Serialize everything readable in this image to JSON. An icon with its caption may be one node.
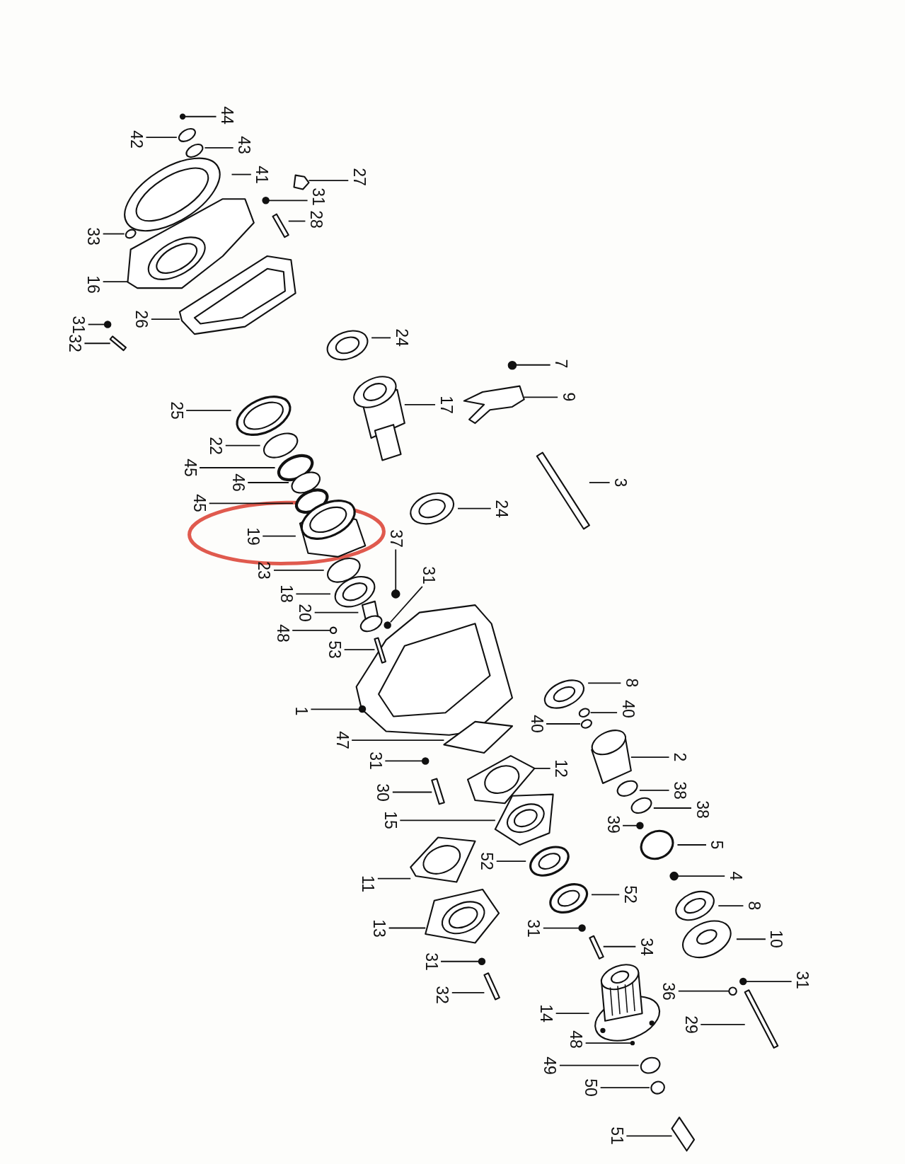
{
  "diagram": {
    "nodes": [
      {
        "text": [
          "44"
        ]
      },
      {
        "text": [
          "42"
        ]
      },
      {
        "text": [
          "43"
        ]
      },
      {
        "text": [
          "41"
        ]
      },
      {
        "text": [
          "27"
        ]
      },
      {
        "text": [
          "31"
        ]
      },
      {
        "text": [
          "28"
        ]
      },
      {
        "text": [
          "33"
        ]
      },
      {
        "text": [
          "16"
        ]
      },
      {
        "text": [
          "26"
        ]
      },
      {
        "text": [
          "31"
        ]
      },
      {
        "text": [
          "32"
        ]
      },
      {
        "text": [
          "24"
        ]
      },
      {
        "text": [
          "7"
        ]
      },
      {
        "text": [
          "9"
        ]
      },
      {
        "text": [
          "17"
        ]
      },
      {
        "text": [
          "25"
        ]
      },
      {
        "text": [
          "22"
        ]
      },
      {
        "text": [
          "45"
        ]
      },
      {
        "text": [
          "46"
        ]
      },
      {
        "text": [
          "45"
        ]
      },
      {
        "text": [
          "19"
        ]
      },
      {
        "text": [
          "24"
        ]
      },
      {
        "text": [
          "3"
        ]
      },
      {
        "text": [
          "37"
        ]
      },
      {
        "text": [
          "23"
        ]
      },
      {
        "text": [
          "18"
        ]
      },
      {
        "text": [
          "31"
        ]
      },
      {
        "text": [
          "20"
        ]
      },
      {
        "text": [
          "48"
        ]
      },
      {
        "text": [
          "53"
        ]
      },
      {
        "text": [
          "1"
        ]
      },
      {
        "text": [
          "8"
        ]
      },
      {
        "text": [
          "40"
        ]
      },
      {
        "text": [
          "40"
        ]
      },
      {
        "text": [
          "47"
        ]
      },
      {
        "text": [
          "2"
        ]
      },
      {
        "text": [
          "31"
        ]
      },
      {
        "text": [
          "12"
        ]
      },
      {
        "text": [
          "38"
        ]
      },
      {
        "text": [
          "38"
        ]
      },
      {
        "text": [
          "30"
        ]
      },
      {
        "text": [
          "15"
        ]
      },
      {
        "text": [
          "39"
        ]
      },
      {
        "text": [
          "5"
        ]
      },
      {
        "text": [
          "52"
        ]
      },
      {
        "text": [
          "4"
        ]
      },
      {
        "text": [
          "11"
        ]
      },
      {
        "text": [
          "52"
        ]
      },
      {
        "text": [
          "8"
        ]
      },
      {
        "text": [
          "13"
        ]
      },
      {
        "text": [
          "31"
        ]
      },
      {
        "text": [
          "10"
        ]
      },
      {
        "text": [
          "34"
        ]
      },
      {
        "text": [
          "31"
        ]
      },
      {
        "text": [
          "31"
        ]
      },
      {
        "text": [
          "32"
        ]
      },
      {
        "text": [
          "36"
        ]
      },
      {
        "text": [
          "29"
        ]
      },
      {
        "text": [
          "14"
        ]
      },
      {
        "text": [
          "48"
        ]
      },
      {
        "text": [
          "49"
        ]
      },
      {
        "text": [
          "50"
        ]
      },
      {
        "text": [
          "51"
        ]
      },
      {
        "text": [],
        "shape": "circle"
      },
      {
        "text": [],
        "shape": "circle"
      },
      {
        "text": [],
        "shape": "circle"
      },
      {
        "text": [],
        "shape": "picture"
      },
      {
        "text": [],
        "shape": "picture"
      },
      {
        "text": [],
        "shape": "circle"
      },
      {
        "text": [],
        "shape": "picture"
      },
      {
        "text": [],
        "shape": "circle"
      },
      {
        "text": [],
        "shape": "picture"
      },
      {
        "text": [],
        "shape": "picture"
      },
      {
        "text": [],
        "shape": "circle"
      },
      {
        "text": [],
        "shape": "picture"
      },
      {
        "text": [],
        "shape": "picture"
      },
      {
        "text": [],
        "shape": "circle"
      },
      {
        "text": [],
        "shape": "picture"
      },
      {
        "text": [],
        "shape": "picture"
      },
      {
        "text": [],
        "shape": "picture"
      },
      {
        "text": [],
        "shape": "circle"
      },
      {
        "text": [],
        "shape": "circle"
      },
      {
        "text": [],
        "shape": "circle"
      },
      {
        "text": [],
        "shape": "circle"
      },
      {
        "text": [],
        "shape": "picture"
      },
      {
        "text": [],
        "shape": "picture"
      },
      {
        "text": [],
        "shape": "picture"
      },
      {
        "text": [],
        "shape": "circle"
      },
      {
        "text": [],
        "shape": "circle"
      },
      {
        "text": [],
        "shape": "picture"
      },
      {
        "text": [],
        "shape": "circle"
      },
      {
        "text": [],
        "shape": "picture"
      },
      {
        "text": [],
        "shape": "circle"
      },
      {
        "text": [],
        "shape": "picture"
      },
      {
        "text": [],
        "shape": "circle"
      },
      {
        "text": [],
        "shape": "picture"
      },
      {
        "text": [],
        "shape": "circle"
      },
      {
        "text": [],
        "shape": "circle"
      },
      {
        "text": [],
        "shape": "picture"
      },
      {
        "text": [],
        "shape": "picture"
      },
      {
        "text": [],
        "shape": "circle"
      },
      {
        "text": [],
        "shape": "picture"
      },
      {
        "text": [],
        "shape": "circle"
      },
      {
        "text": [],
        "shape": "circle"
      },
      {
        "text": [],
        "shape": "picture"
      },
      {
        "text": [],
        "shape": "picture"
      },
      {
        "text": [],
        "shape": "circle"
      },
      {
        "text": [],
        "shape": "circle"
      },
      {
        "text": [],
        "shape": "picture"
      },
      {
        "text": [],
        "shape": "circle"
      },
      {
        "text": [],
        "shape": "picture"
      },
      {
        "text": [],
        "shape": "picture"
      },
      {
        "text": [],
        "shape": "picture"
      },
      {
        "text": [],
        "shape": "picture"
      },
      {
        "text": [],
        "shape": "circle"
      },
      {
        "text": [],
        "shape": "picture"
      },
      {
        "text": [],
        "shape": "picture"
      },
      {
        "text": [],
        "shape": "circle"
      },
      {
        "text": [],
        "shape": "circle"
      },
      {
        "text": [],
        "shape": "picture"
      },
      {
        "text": [],
        "shape": "circle"
      },
      {
        "text": [],
        "shape": "picture"
      },
      {
        "text": [],
        "shape": "picture"
      },
      {
        "text": [],
        "shape": "circle"
      },
      {
        "text": [],
        "shape": "circle"
      },
      {
        "text": [],
        "shape": "circle"
      },
      {
        "text": [],
        "shape": "picture"
      }
    ],
    "edges": [
      {
        "from": 0,
        "to": 64,
        "arrow": "none"
      },
      {
        "from": 1,
        "to": 65,
        "arrow": "none"
      },
      {
        "from": 2,
        "to": 66,
        "arrow": "none"
      },
      {
        "from": 3,
        "to": 67,
        "arrow": "none"
      },
      {
        "from": 4,
        "to": 68,
        "arrow": "none"
      },
      {
        "from": 5,
        "to": 69,
        "arrow": "none"
      },
      {
        "from": 6,
        "to": 70,
        "arrow": "none"
      },
      {
        "from": 7,
        "to": 71,
        "arrow": "none"
      },
      {
        "from": 8,
        "to": 72,
        "arrow": "none"
      },
      {
        "from": 9,
        "to": 73,
        "arrow": "none"
      },
      {
        "from": 10,
        "to": 74,
        "arrow": "none"
      },
      {
        "from": 11,
        "to": 75,
        "arrow": "none"
      },
      {
        "from": 12,
        "to": 76,
        "arrow": "none"
      },
      {
        "from": 13,
        "to": 77,
        "arrow": "none"
      },
      {
        "from": 14,
        "to": 78,
        "arrow": "none"
      },
      {
        "from": 15,
        "to": 79,
        "arrow": "none"
      },
      {
        "from": 16,
        "to": 80,
        "arrow": "none"
      },
      {
        "from": 17,
        "to": 81,
        "arrow": "none"
      },
      {
        "from": 18,
        "to": 82,
        "arrow": "none"
      },
      {
        "from": 19,
        "to": 83,
        "arrow": "none"
      },
      {
        "from": 20,
        "to": 84,
        "arrow": "none"
      },
      {
        "from": 21,
        "to": 85,
        "arrow": "none"
      },
      {
        "from": 22,
        "to": 86,
        "arrow": "none"
      },
      {
        "from": 23,
        "to": 87,
        "arrow": "none"
      },
      {
        "from": 24,
        "to": 88,
        "arrow": "none"
      },
      {
        "from": 25,
        "to": 89,
        "arrow": "none"
      },
      {
        "from": 26,
        "to": 90,
        "arrow": "none"
      },
      {
        "from": 27,
        "to": 91,
        "arrow": "none"
      },
      {
        "from": 28,
        "to": 92,
        "arrow": "none"
      },
      {
        "from": 29,
        "to": 93,
        "arrow": "none"
      },
      {
        "from": 30,
        "to": 94,
        "arrow": "none"
      },
      {
        "from": 31,
        "to": 95,
        "arrow": "none"
      },
      {
        "from": 32,
        "to": 96,
        "arrow": "none"
      },
      {
        "from": 33,
        "to": 97,
        "arrow": "none"
      },
      {
        "from": 34,
        "to": 98,
        "arrow": "none"
      },
      {
        "from": 35,
        "to": 99,
        "arrow": "none"
      },
      {
        "from": 36,
        "to": 100,
        "arrow": "none"
      },
      {
        "from": 37,
        "to": 101,
        "arrow": "none"
      },
      {
        "from": 38,
        "to": 102,
        "arrow": "none"
      },
      {
        "from": 39,
        "to": 103,
        "arrow": "none"
      },
      {
        "from": 40,
        "to": 104,
        "arrow": "none"
      },
      {
        "from": 41,
        "to": 105,
        "arrow": "none"
      },
      {
        "from": 42,
        "to": 106,
        "arrow": "none"
      },
      {
        "from": 43,
        "to": 107,
        "arrow": "none"
      },
      {
        "from": 44,
        "to": 108,
        "arrow": "none"
      },
      {
        "from": 45,
        "to": 109,
        "arrow": "none"
      },
      {
        "from": 46,
        "to": 110,
        "arrow": "none"
      },
      {
        "from": 47,
        "to": 111,
        "arrow": "none"
      },
      {
        "from": 48,
        "to": 112,
        "arrow": "none"
      },
      {
        "from": 49,
        "to": 113,
        "arrow": "none"
      },
      {
        "from": 50,
        "to": 114,
        "arrow": "none"
      },
      {
        "from": 51,
        "to": 115,
        "arrow": "none"
      },
      {
        "from": 52,
        "to": 116,
        "arrow": "none"
      },
      {
        "from": 53,
        "to": 117,
        "arrow": "none"
      },
      {
        "from": 54,
        "to": 118,
        "arrow": "none"
      },
      {
        "from": 55,
        "to": 119,
        "arrow": "none"
      },
      {
        "from": 56,
        "to": 120,
        "arrow": "none"
      },
      {
        "from": 57,
        "to": 121,
        "arrow": "none"
      },
      {
        "from": 58,
        "to": 122,
        "arrow": "none"
      },
      {
        "from": 59,
        "to": 123,
        "arrow": "none"
      },
      {
        "from": 60,
        "to": 124,
        "arrow": "none"
      },
      {
        "from": 61,
        "to": 125,
        "arrow": "none"
      },
      {
        "from": 62,
        "to": 126,
        "arrow": "none"
      },
      {
        "from": 63,
        "to": 127,
        "arrow": "none"
      }
    ]
  }
}
